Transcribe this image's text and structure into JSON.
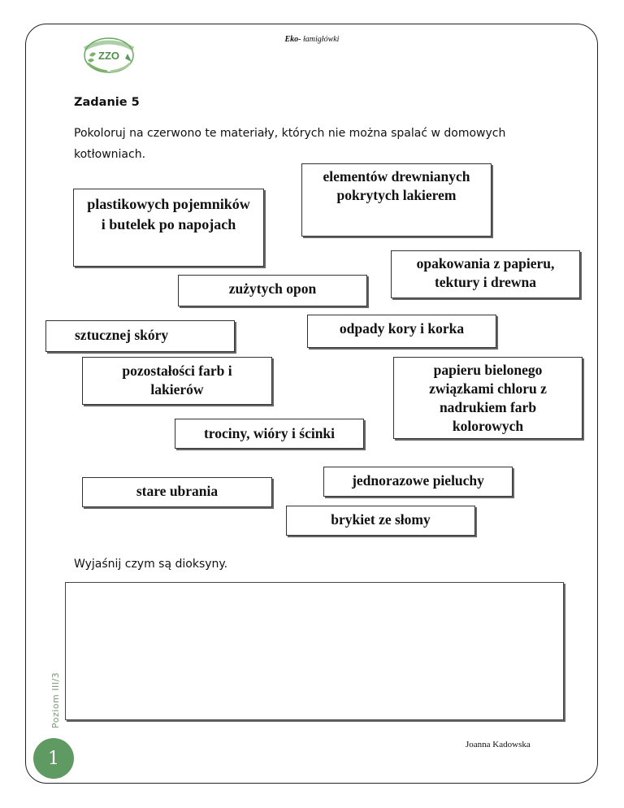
{
  "header": {
    "title_bold": "Eko-",
    "title_rest": " łamigłówki"
  },
  "logo": {
    "text": "ZZO",
    "icon": "eco-logo"
  },
  "task": {
    "title": "Zadanie 5",
    "instruction": "Pokoloruj na czerwono te materiały, których nie można spalać w domowych kotłowniach."
  },
  "materials": [
    "elementów drewnianych pokrytych lakierem",
    "plastikowych pojemników i butelek po napojach",
    "opakowania z papieru, tektury i drewna",
    "zużytych opon",
    "sztucznej skóry",
    "odpady kory i korka",
    "pozostałości farb i lakierów",
    "papieru bielonego związkami chloru z nadrukiem farb kolorowych",
    "trociny, wióry i ścinki",
    "jednorazowe pieluchy",
    "stare ubrania",
    "brykiet ze słomy"
  ],
  "question": "Wyjaśnij czym są dioksyny.",
  "answer_value": "",
  "footer": {
    "level": "Poziom III/3",
    "author": "Joanna Kadowska",
    "page_number": "1"
  },
  "colors": {
    "badge": "#5e9a61",
    "level_text": "#7a9a76",
    "logo_green": "#6aa85e"
  }
}
